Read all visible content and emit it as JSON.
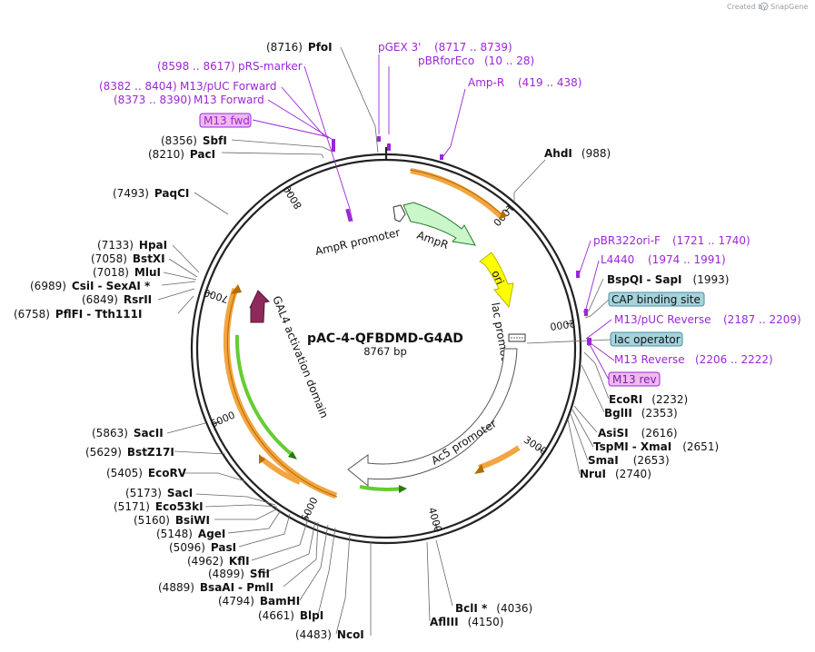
{
  "credit": {
    "prefix": "Created by",
    "brand": "SnapGene"
  },
  "plasmid": {
    "name": "pAC-4-QFBDMD-G4AD",
    "size": "8767 bp",
    "length": 8767
  },
  "ticks": [
    "1000",
    "2000",
    "3000",
    "4000",
    "5000",
    "6000",
    "7000",
    "8000"
  ],
  "features": [
    {
      "id": "ampr-promoter",
      "label": "AmpR promoter"
    },
    {
      "id": "ampr",
      "label": "AmpR"
    },
    {
      "id": "ori",
      "label": "ori"
    },
    {
      "id": "lac-promoter",
      "label": "lac promoter"
    },
    {
      "id": "ac5-promoter",
      "label": "Ac5 promoter"
    },
    {
      "id": "gal4",
      "label": "GAL4 activation domain"
    }
  ],
  "sites": [
    {
      "id": "pfoi",
      "name": "PfoI",
      "pos": "(8716)"
    },
    {
      "id": "sbfi",
      "name": "SbfI",
      "pos": "(8356)"
    },
    {
      "id": "paci",
      "name": "PacI",
      "pos": "(8210)"
    },
    {
      "id": "paqci",
      "name": "PaqCI",
      "pos": "(7493)"
    },
    {
      "id": "hpai",
      "name": "HpaI",
      "pos": "(7133)"
    },
    {
      "id": "bstxi",
      "name": "BstXI",
      "pos": "(7058)"
    },
    {
      "id": "mlui",
      "name": "MluI",
      "pos": "(7018)"
    },
    {
      "id": "csii",
      "name": "CsiI",
      "extra": "SexAI *",
      "pos": "(6989)"
    },
    {
      "id": "rsrii",
      "name": "RsrII",
      "pos": "(6849)"
    },
    {
      "id": "pflfi",
      "name": "PflFI",
      "extra": "Tth111I",
      "pos": "(6758)"
    },
    {
      "id": "sacii",
      "name": "SacII",
      "pos": "(5863)"
    },
    {
      "id": "bstz17i",
      "name": "BstZ17I",
      "pos": "(5629)"
    },
    {
      "id": "ecorv",
      "name": "EcoRV",
      "pos": "(5405)"
    },
    {
      "id": "saci",
      "name": "SacI",
      "pos": "(5173)"
    },
    {
      "id": "eco53ki",
      "name": "Eco53kI",
      "pos": "(5171)"
    },
    {
      "id": "bsiwi",
      "name": "BsiWI",
      "pos": "(5160)"
    },
    {
      "id": "agei",
      "name": "AgeI",
      "pos": "(5148)"
    },
    {
      "id": "pasi",
      "name": "PasI",
      "pos": "(5096)"
    },
    {
      "id": "kfli",
      "name": "KflI",
      "pos": "(4962)"
    },
    {
      "id": "sfii",
      "name": "SfiI",
      "pos": "(4899)"
    },
    {
      "id": "bsaai",
      "name": "BsaAI",
      "extra": "PmlI",
      "pos": "(4889)"
    },
    {
      "id": "bamhi",
      "name": "BamHI",
      "pos": "(4794)"
    },
    {
      "id": "blpi",
      "name": "BlpI",
      "pos": "(4661)"
    },
    {
      "id": "ncoi",
      "name": "NcoI",
      "pos": "(4483)"
    },
    {
      "id": "ahdi",
      "name": "AhdI",
      "pos": "(988)"
    },
    {
      "id": "bspqi",
      "name": "BspQI",
      "extra": "SapI",
      "pos": "(1993)"
    },
    {
      "id": "ecori",
      "name": "EcoRI",
      "pos": "(2232)"
    },
    {
      "id": "bglii",
      "name": "BglII",
      "pos": "(2353)"
    },
    {
      "id": "asisi",
      "name": "AsiSI",
      "pos": "(2616)"
    },
    {
      "id": "tspmi",
      "name": "TspMI",
      "extra": "XmaI",
      "pos": "(2651)"
    },
    {
      "id": "smai",
      "name": "SmaI",
      "pos": "(2653)"
    },
    {
      "id": "nrui",
      "name": "NruI",
      "pos": "(2740)"
    },
    {
      "id": "bcli",
      "name": "BclI *",
      "pos": "(4036)"
    },
    {
      "id": "afliii",
      "name": "AflIII",
      "pos": "(4150)"
    }
  ],
  "primers": [
    {
      "id": "pgex3",
      "name": "pGEX 3'",
      "pos": "(8717 .. 8739)"
    },
    {
      "id": "pbrforeco",
      "name": "pBRforEco",
      "pos": "(10 .. 28)"
    },
    {
      "id": "ampr-primer",
      "name": "Amp-R",
      "pos": "(419 .. 438)"
    },
    {
      "id": "prs-marker",
      "name": "pRS-marker",
      "pos": "(8598 .. 8617)"
    },
    {
      "id": "m13puc-fwd",
      "name": "M13/pUC Forward",
      "pos": "(8382 .. 8404)"
    },
    {
      "id": "m13-forward",
      "name": "M13 Forward",
      "pos": "(8373 .. 8390)"
    },
    {
      "id": "pbr322ori-f",
      "name": "pBR322ori-F",
      "pos": "(1721 .. 1740)"
    },
    {
      "id": "l4440",
      "name": "L4440",
      "pos": "(1974 .. 1991)"
    },
    {
      "id": "m13puc-rev",
      "name": "M13/pUC Reverse",
      "pos": "(2187 .. 2209)"
    },
    {
      "id": "m13-reverse",
      "name": "M13 Reverse",
      "pos": "(2206 .. 2222)"
    }
  ],
  "boxed": [
    {
      "id": "m13-fwd-box",
      "label": "M13 fwd",
      "kind": "pink"
    },
    {
      "id": "cap-box",
      "label": "CAP binding site",
      "kind": "teal"
    },
    {
      "id": "lacop-box",
      "label": "lac operator",
      "kind": "teal"
    },
    {
      "id": "m13-rev-box",
      "label": "M13 rev",
      "kind": "pink"
    }
  ],
  "colors": {
    "backbone": "#222222",
    "orange": "#f2a541",
    "orange_dark": "#b06d00",
    "ampr": "#c9f7c9",
    "ori": "#ffff00",
    "gal4": "#8e2a5a",
    "green": "#66cc33",
    "purple": "#9b27d6",
    "pink_box": "#f0b8f0",
    "teal_box": "#a5d3dc"
  }
}
